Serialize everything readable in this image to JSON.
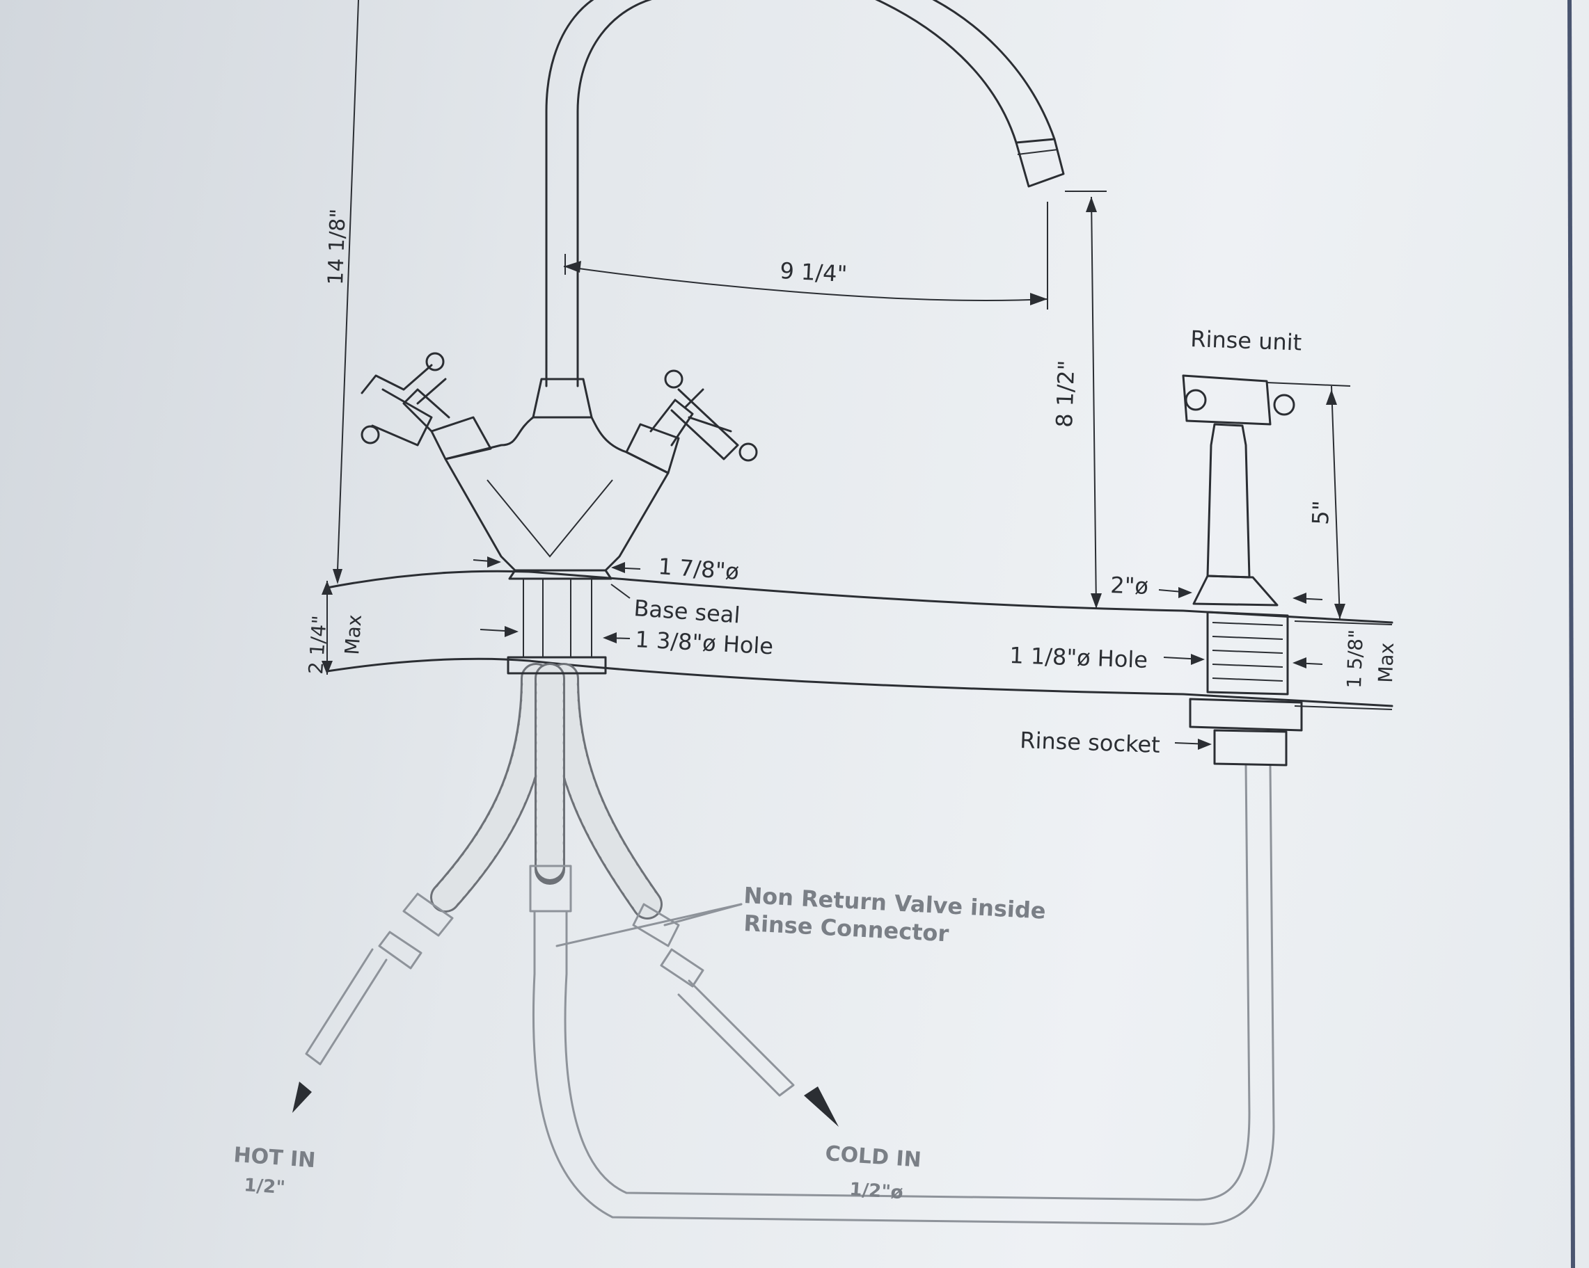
{
  "labels": {
    "height_total": "14 1/8\"",
    "spout_reach": "9 1/4\"",
    "spout_height": "8 1/2\"",
    "rinse_unit": "Rinse unit",
    "rinse_height": "5\"",
    "base_dia": "1 7/8\"ø",
    "base_seal": "Base seal",
    "mixer_hole": "1 3/8\"ø Hole",
    "rinse_dia": "2\"ø",
    "rinse_hole": "1 1/8\"ø Hole",
    "deck_max_left": "2 1/4\"",
    "max_left": "Max",
    "deck_max_right": "1 5/8\"",
    "max_right": "Max",
    "rinse_socket": "Rinse socket",
    "valve_note_line1": "Non Return Valve inside",
    "valve_note_line2": "Rinse Connector",
    "hot_in": "HOT IN",
    "hot_size": "1/2\"",
    "cold_in": "COLD IN",
    "cold_size": "1/2\"ø"
  },
  "colors": {
    "ink": "#2b2e33",
    "paper": "#e6eaee",
    "faint": "#8e939a"
  }
}
